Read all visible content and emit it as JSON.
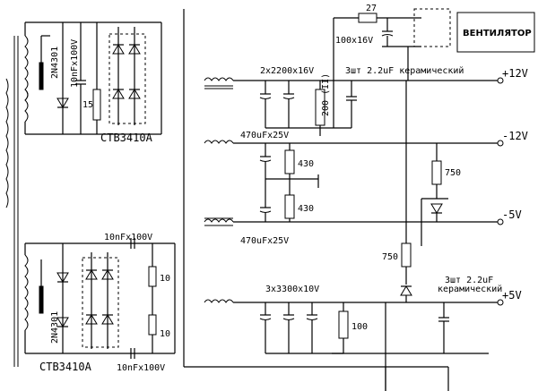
{
  "labels": {
    "resistor_27": "27",
    "cap_fan": "100x16V",
    "fan": "ВЕНТИЛЯТОР",
    "rail_p12": "+12V",
    "rail_m12": "-12V",
    "rail_m5": "-5V",
    "rail_p5": "+5V",
    "caps_12v": "2x2200x16V",
    "ceramic_12v": "3шт 2.2uF керамический",
    "res_200": "200 (II)",
    "cap_470_top": "470uFx25V",
    "cap_470_bot": "470uFx25V",
    "res_430_a": "430",
    "res_430_b": "430",
    "res_750_right": "750",
    "res_750_mid": "750",
    "caps_5v": "3x3300x10V",
    "res_100": "100",
    "ceramic_5v_line1": "3шт 2.2uF",
    "ceramic_5v_line2": "керамический",
    "diode_top": "2N4301",
    "diode_bot": "2N4301",
    "cap_top_snub": "10nFx100V",
    "res_15": "15",
    "chip_top": "CTB3410A",
    "chip_bot": "CTB3410A",
    "cap_bot_snub_top": "10nFx100V",
    "cap_bot_snub_bot": "10nFx100V",
    "res_10_a": "10",
    "res_10_b": "10"
  }
}
